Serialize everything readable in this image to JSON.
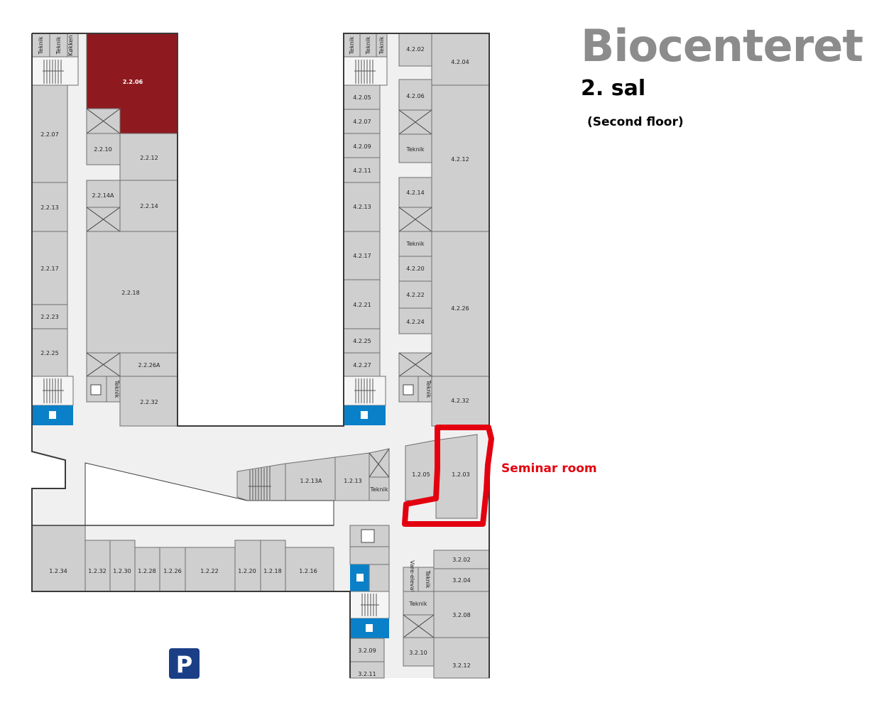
{
  "header": {
    "building": "Biocenteret",
    "floor": "2. sal",
    "floor_english": "(Second floor)"
  },
  "annotation": {
    "label": "Seminar room",
    "color": "#e3000f"
  },
  "colors": {
    "room": "#cfcfcf",
    "corridor": "#f0f0f0",
    "highlight": "#8e1a1f",
    "toilet": "#0a80c8",
    "parking": "#1b3f86"
  },
  "rooms": {
    "r2_2_06": "2.2.06",
    "r2_2_07": "2.2.07",
    "r2_2_10": "2.2.10",
    "r2_2_12": "2.2.12",
    "r2_2_13": "2.2.13",
    "r2_2_14A": "2.2.14A",
    "r2_2_14": "2.2.14",
    "r2_2_17": "2.2.17",
    "r2_2_18": "2.2.18",
    "r2_2_23": "2.2.23",
    "r2_2_25": "2.2.25",
    "r2_2_26A": "2.2.26A",
    "r2_2_32": "2.2.32",
    "r4_2_02": "4.2.02",
    "r4_2_04": "4.2.04",
    "r4_2_05": "4.2.05",
    "r4_2_06": "4.2.06",
    "r4_2_07": "4.2.07",
    "r4_2_09": "4.2.09",
    "r4_2_11": "4.2.11",
    "r4_2_12": "4.2.12",
    "r4_2_13": "4.2.13",
    "r4_2_14": "4.2.14",
    "r4_2_17": "4.2.17",
    "r4_2_20": "4.2.20",
    "r4_2_21": "4.2.21",
    "r4_2_22": "4.2.22",
    "r4_2_24": "4.2.24",
    "r4_2_25": "4.2.25",
    "r4_2_26": "4.2.26",
    "r4_2_27": "4.2.27",
    "r4_2_32": "4.2.32",
    "r1_2_03": "1.2.03",
    "r1_2_05": "1.2.05",
    "r1_2_13A": "1.2.13A",
    "r1_2_13": "1.2.13",
    "r1_2_16": "1.2.16",
    "r1_2_18": "1.2.18",
    "r1_2_20": "1.2.20",
    "r1_2_22": "1.2.22",
    "r1_2_26": "1.2.26",
    "r1_2_28": "1.2.28",
    "r1_2_30": "1.2.30",
    "r1_2_32": "1.2.32",
    "r1_2_34": "1.2.34",
    "r3_2_02": "3.2.02",
    "r3_2_04": "3.2.04",
    "r3_2_08": "3.2.08",
    "r3_2_09": "3.2.09",
    "r3_2_10": "3.2.10",
    "r3_2_11": "3.2.11",
    "r3_2_12": "3.2.12",
    "teknik": "Teknik",
    "kokken": "Køkken",
    "vareelevator": "Vare-elevator"
  },
  "parking": {
    "symbol": "P"
  }
}
